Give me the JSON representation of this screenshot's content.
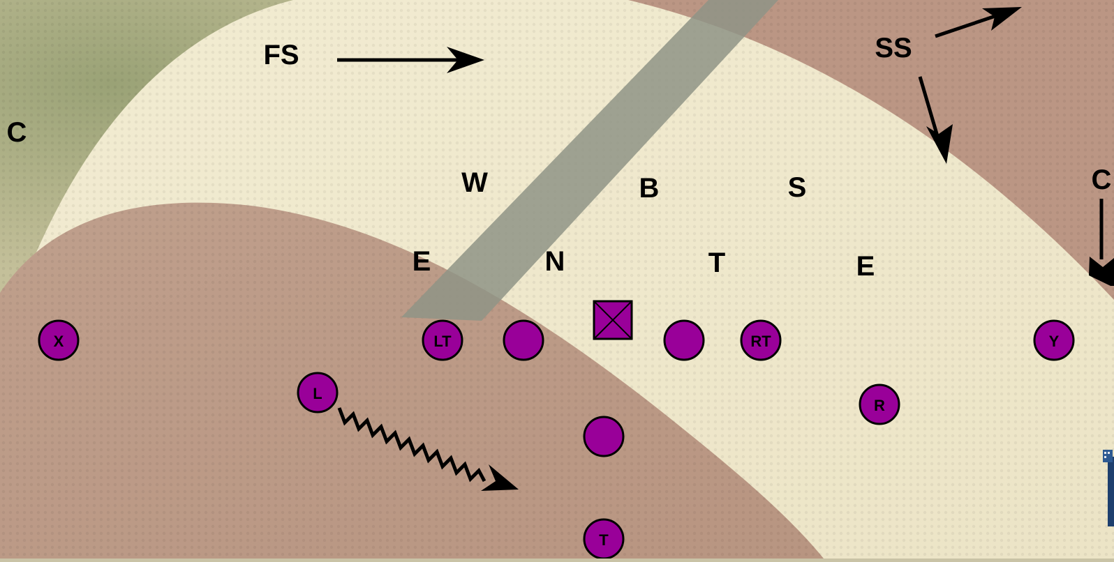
{
  "defense": {
    "fs": "FS",
    "ss": "SS",
    "corner_left": "C",
    "corner_right": "C",
    "will": "W",
    "mike": "B",
    "sam": "S",
    "end_left": "E",
    "nose": "N",
    "tackle": "T",
    "end_right": "E"
  },
  "offense": {
    "x": "X",
    "lt": "LT",
    "rt": "RT",
    "y": "Y",
    "l": "L",
    "r": "R",
    "t": "T"
  },
  "colors": {
    "player_fill": "#990099",
    "player_stroke": "#000000",
    "label": "#000000",
    "arrow": "#000000"
  }
}
